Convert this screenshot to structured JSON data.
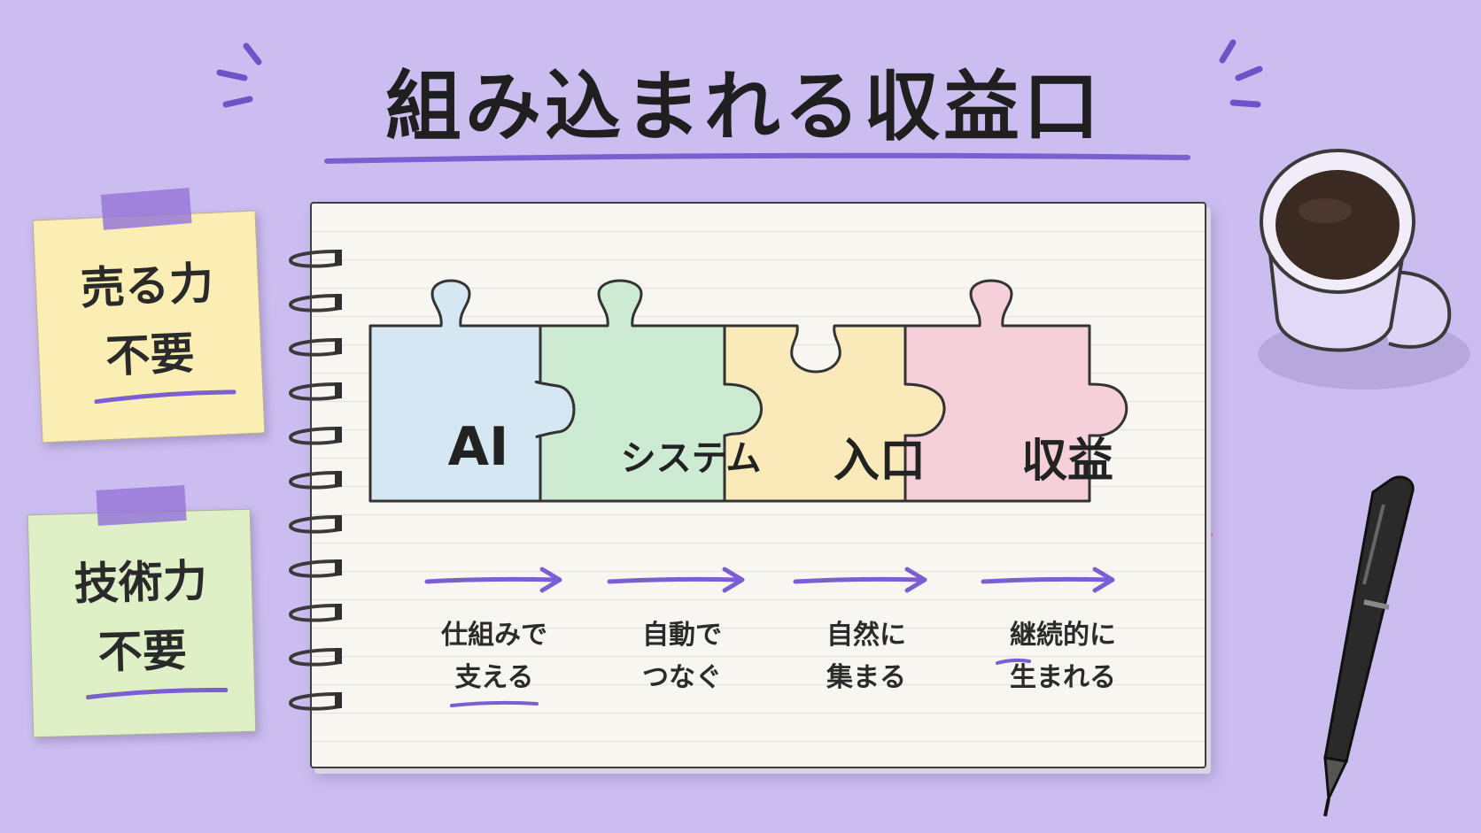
{
  "title": "組み込まれる収益口",
  "notes": [
    {
      "line1": "売る力",
      "line2": "不要"
    },
    {
      "line1": "技術力",
      "line2": "不要"
    }
  ],
  "pieces": [
    {
      "label": "AI",
      "color": "#d5e7f3"
    },
    {
      "label": "システム",
      "color": "#cdebd2"
    },
    {
      "label": "入口",
      "color": "#faeab9"
    },
    {
      "label": "収益",
      "color": "#f5d0da"
    }
  ],
  "steps": [
    {
      "line1": "仕組みで",
      "line2": "支える"
    },
    {
      "line1": "自動で",
      "line2": "つなぐ"
    },
    {
      "line1": "自然に",
      "line2": "集まる"
    },
    {
      "line1": "継続的に",
      "line2": "生まれる"
    }
  ],
  "colors": {
    "background": "#cbbdf0",
    "accent_purple": "#7b5fd0",
    "ink": "#222222",
    "paper": "#f7f6f1"
  }
}
